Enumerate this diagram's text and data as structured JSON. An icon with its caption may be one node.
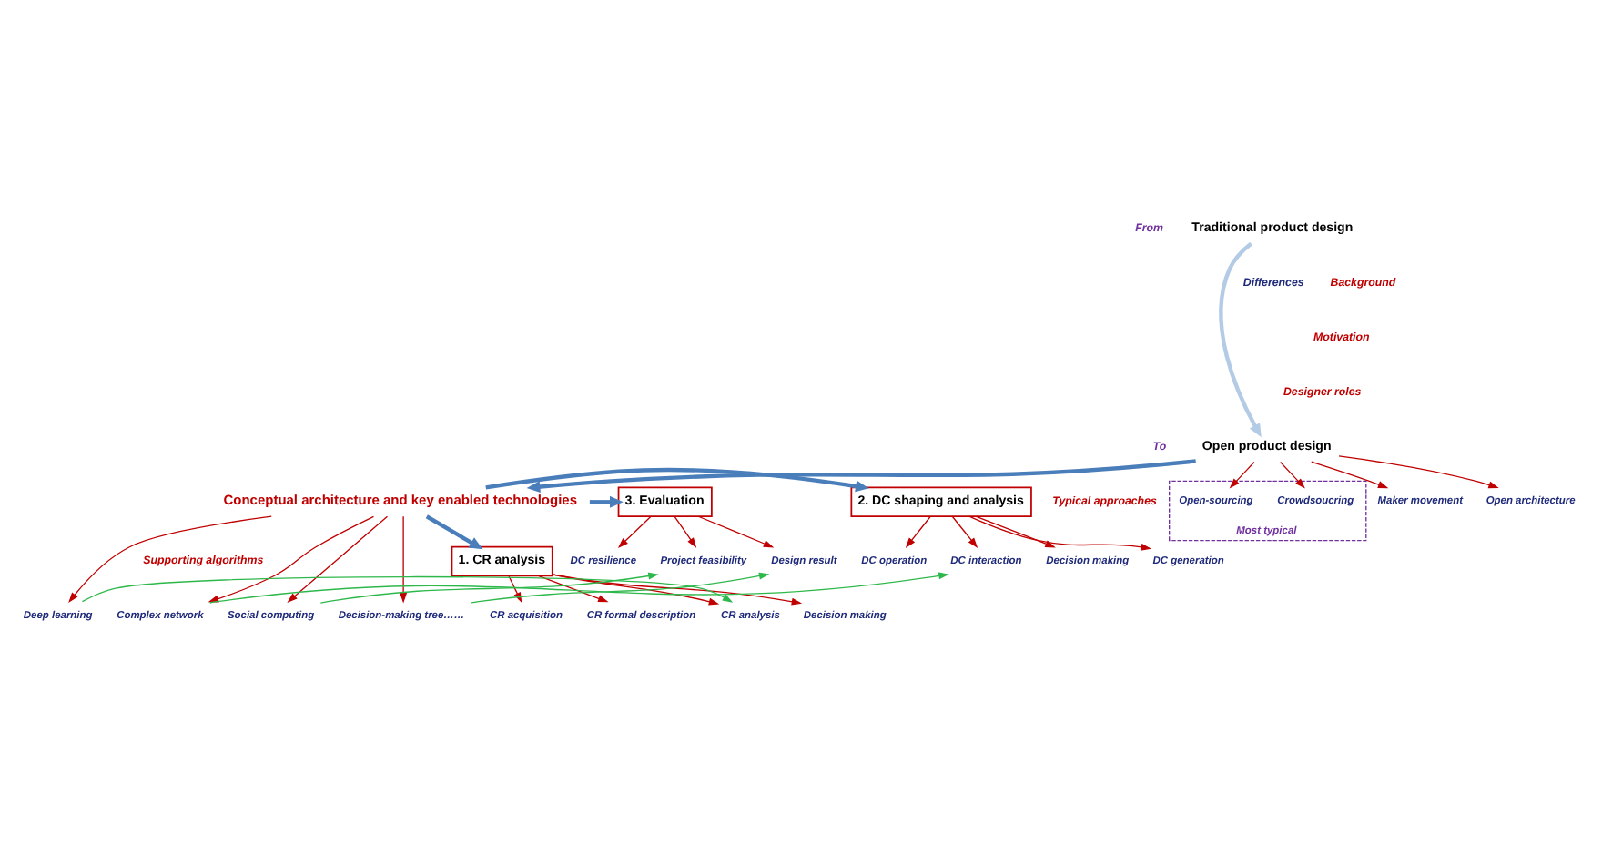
{
  "diagram": {
    "nodes": [
      {
        "text": [
          "Traditional product design"
        ]
      },
      {
        "text": [
          "Open product design"
        ]
      },
      {
        "text": [
          "Conceptual architecture and key enabled technologies"
        ]
      },
      {
        "text": [
          "2. DC shaping and analysis"
        ]
      },
      {
        "text": [
          "3. Evaluation"
        ]
      },
      {
        "text": [
          "1. CR analysis"
        ]
      },
      {
        "text": [
          "DC generation"
        ]
      },
      {
        "text": [
          "DC operation"
        ]
      },
      {
        "text": [
          "DC interaction"
        ]
      },
      {
        "text": [
          "Decision making"
        ]
      },
      {
        "text": [
          "Most typical"
        ]
      },
      {
        "text": [
          "Crowdsoucring"
        ],
        "in": 10
      },
      {
        "text": [
          "Open-sourcing"
        ],
        "in": 10
      },
      {
        "text": [
          "Maker movement"
        ]
      },
      {
        "text": [
          "Open architecture"
        ]
      },
      {
        "text": [
          "CR acquisition"
        ]
      },
      {
        "text": [
          "CR formal description"
        ]
      },
      {
        "text": [
          "CR analysis"
        ]
      },
      {
        "text": [
          "Decision making"
        ]
      },
      {
        "text": [
          "DC resilience"
        ]
      },
      {
        "text": [
          "Project feasibility"
        ]
      },
      {
        "text": [
          "Design result"
        ]
      },
      {
        "text": [
          "Deep learning"
        ]
      },
      {
        "text": [
          "Complex network"
        ]
      },
      {
        "text": [
          "Social computing"
        ]
      },
      {
        "text": [
          "Decision-making tree……"
        ]
      }
    ],
    "edges": [
      {
        "from": 0,
        "to": 1,
        "arrow": "to",
        "style": "thick",
        "color": "#b4cbe6"
      },
      {
        "from": 1,
        "to": 2,
        "arrow": "to",
        "style": "thick",
        "color": "#4a7ebb"
      },
      {
        "from": 2,
        "to": 3,
        "arrow": "to",
        "style": "thick",
        "color": "#4a7ebb"
      },
      {
        "from": 2,
        "to": 4,
        "arrow": "to",
        "style": "thick",
        "color": "#4a7ebb"
      },
      {
        "from": 2,
        "to": 5,
        "arrow": "to",
        "style": "thick",
        "color": "#4a7ebb"
      },
      {
        "from": 3,
        "to": 6,
        "arrow": "to"
      },
      {
        "from": 3,
        "to": 7,
        "arrow": "to"
      },
      {
        "from": 3,
        "to": 8,
        "arrow": "to"
      },
      {
        "from": 3,
        "to": 9,
        "arrow": "to"
      },
      {
        "from": 1,
        "to": 11,
        "arrow": "to"
      },
      {
        "from": 1,
        "to": 12,
        "arrow": "to"
      },
      {
        "from": 1,
        "to": 13,
        "arrow": "to"
      },
      {
        "from": 1,
        "to": 14,
        "arrow": "to"
      },
      {
        "from": 5,
        "to": 15,
        "arrow": "to"
      },
      {
        "from": 5,
        "to": 16,
        "arrow": "to"
      },
      {
        "from": 5,
        "to": 17,
        "arrow": "to"
      },
      {
        "from": 5,
        "to": 18,
        "arrow": "to"
      },
      {
        "from": 4,
        "to": 19,
        "arrow": "to"
      },
      {
        "from": 4,
        "to": 20,
        "arrow": "to"
      },
      {
        "from": 4,
        "to": 21,
        "arrow": "to"
      },
      {
        "from": 2,
        "to": 22,
        "arrow": "to"
      },
      {
        "from": 2,
        "to": 23,
        "arrow": "to"
      },
      {
        "from": 2,
        "to": 24,
        "arrow": "to"
      },
      {
        "from": 2,
        "to": 25,
        "arrow": "to"
      },
      {
        "from": 22,
        "to": 17,
        "arrow": "to",
        "color": "#2eb84b"
      },
      {
        "from": 23,
        "to": 8,
        "arrow": "to",
        "color": "#2eb84b"
      },
      {
        "from": 24,
        "to": 20,
        "arrow": "to",
        "color": "#2eb84b"
      },
      {
        "from": 25,
        "to": 21,
        "arrow": "to",
        "color": "#2eb84b"
      }
    ],
    "labels": [
      "From",
      "Differences",
      "Background",
      "Motivation",
      "Designer roles",
      "To",
      "Typical approaches",
      "Supporting algorithms"
    ]
  }
}
